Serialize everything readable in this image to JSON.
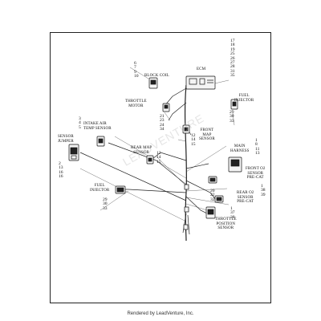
{
  "labels": {
    "block_coil": "BLOCK COIL",
    "ecm": "ECM",
    "fuel_injector_right": [
      "FUEL",
      "INJECTOR"
    ],
    "throttle_motor": [
      "THROTTLE",
      "MOTOR"
    ],
    "intake_air_temp_sensor": [
      "INTAKE AIR",
      "TEMP SENSOR"
    ],
    "sensor_jumper": [
      "SENSOR",
      "JUMPER"
    ],
    "front_map_sensor": [
      "FRONT",
      "MAP",
      "SENSOR"
    ],
    "main_harness": [
      "MAIN",
      "HARNESS"
    ],
    "rear_map_sensor": [
      "REAR MAP",
      "SENSOR"
    ],
    "front_o2_sensor": [
      "FRONT O2",
      "SENSOR",
      "PRE-CAT"
    ],
    "rear_o2_sensor": [
      "REAR O2",
      "SENSOR",
      "PRE-CAT"
    ],
    "fuel_injector_left": [
      "FUEL",
      "INJECTOR"
    ],
    "throttle_position_sensor": [
      "THROTTLE",
      "POSITION",
      "SENSOR"
    ]
  },
  "callouts": {
    "ecm": [
      "17",
      "18",
      "19",
      "25",
      "26",
      "27",
      "28",
      "31",
      "35"
    ],
    "block_coil": [
      "6",
      "7",
      "9",
      "10"
    ],
    "fuel_injector_right": [
      "29",
      "30",
      "33"
    ],
    "throttle_motor": [
      "21",
      "23",
      "24",
      "34"
    ],
    "front_map_sensor": [
      "12",
      "14",
      "15"
    ],
    "intake_air_temp_sensor": [
      "3",
      "4",
      "5"
    ],
    "main_harness": [
      "1",
      "8",
      "11",
      "13"
    ],
    "sensor_jumper": [
      "2",
      "13",
      "16",
      "16"
    ],
    "rear_map_sensor": [
      "12",
      "14",
      "15"
    ],
    "front_o2_sensor": [
      "1",
      "38",
      "39"
    ],
    "tps": [
      "20",
      "22",
      "32"
    ],
    "rear_o2_sensor": [
      "1",
      "37",
      "38"
    ],
    "fuel_injector_left": [
      "29",
      "30",
      "33"
    ]
  },
  "watermark": "LEADVENTURE",
  "footer": "Rendered by LeadVenture, Inc."
}
